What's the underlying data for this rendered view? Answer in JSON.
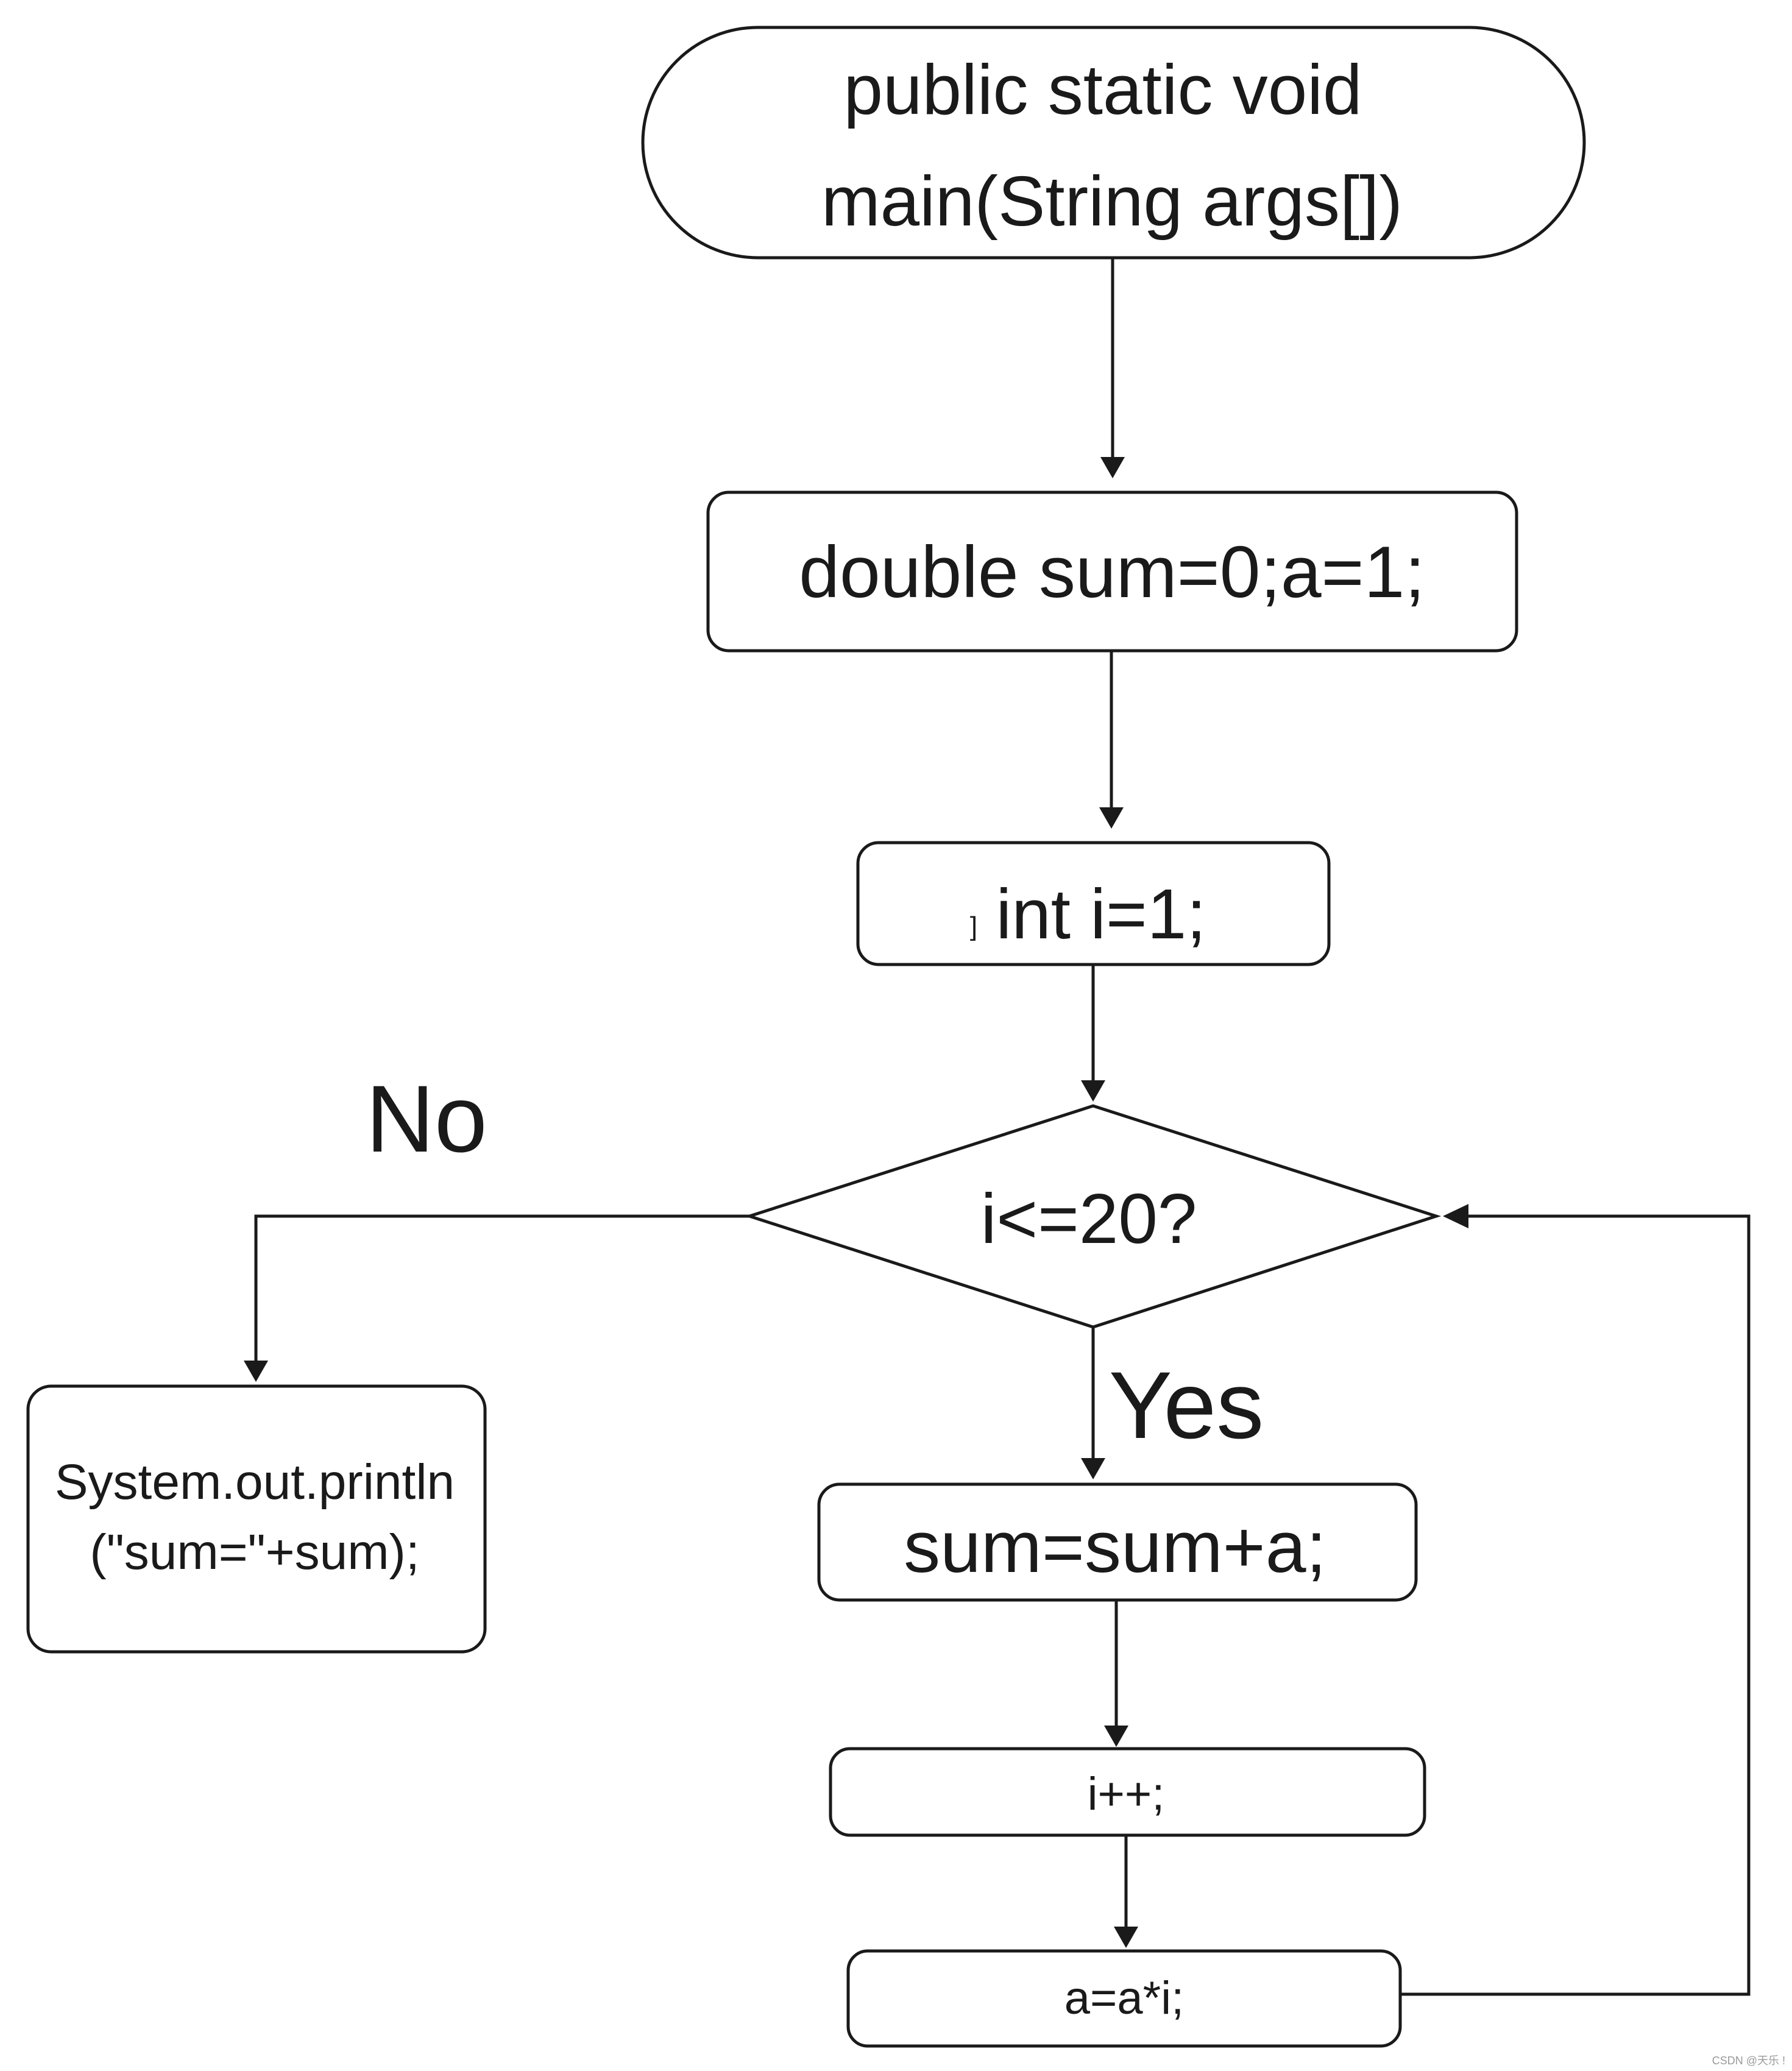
{
  "nodes": {
    "start": {
      "line1": "public static void",
      "line2": "main(String args[])"
    },
    "init_sum": {
      "label": "double sum=0;a=1;"
    },
    "init_i": {
      "marker": "]",
      "label": "int i=1;"
    },
    "condition": {
      "label": "i<=20?"
    },
    "print": {
      "line1": "System.out.println",
      "line2": "(\"sum=\"+sum);"
    },
    "add": {
      "label": "sum=sum+a;"
    },
    "increment": {
      "label": "i++;"
    },
    "multiply": {
      "label": "a=a*i;"
    }
  },
  "branches": {
    "no_label": "No",
    "yes_label": "Yes"
  },
  "watermark": "CSDN @天乐 !",
  "colors": {
    "stroke": "#1a1a1a",
    "background": "#ffffff",
    "text": "#1a1a1a"
  }
}
